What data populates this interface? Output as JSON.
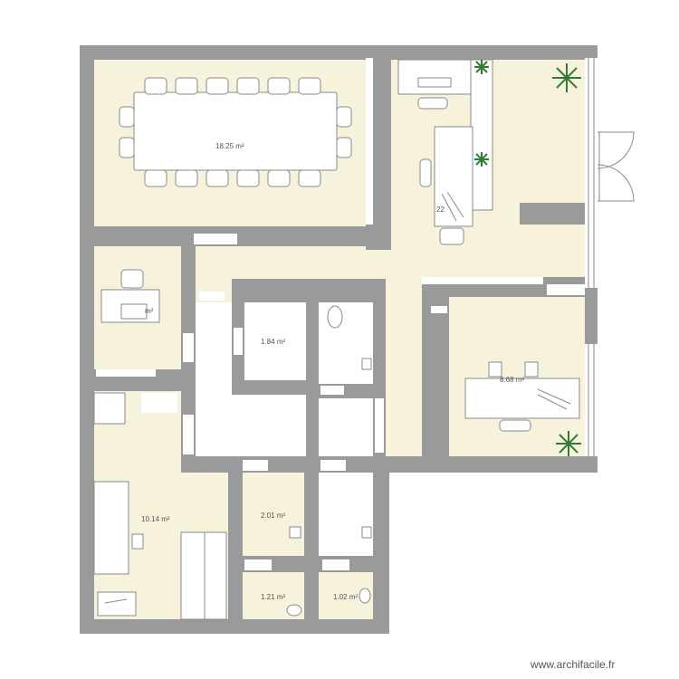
{
  "plan": {
    "rooms": [
      {
        "id": "meeting",
        "area": "18.25 m²"
      },
      {
        "id": "office-top",
        "area": "22"
      },
      {
        "id": "office-small",
        "area": "m²"
      },
      {
        "id": "storage-1",
        "area": "1.84 m²"
      },
      {
        "id": "office-right",
        "area": "8.68 m²"
      },
      {
        "id": "kitchen",
        "area": "10.14 m²"
      },
      {
        "id": "storage-2",
        "area": "2.01 m²"
      },
      {
        "id": "wc-1",
        "area": "1.21 m²"
      },
      {
        "id": "wc-2",
        "area": "1.02 m²"
      }
    ]
  },
  "watermark": "www.archifacile.fr",
  "colors": {
    "wall": "#9a9a9a",
    "floor": "#f6f2dc",
    "plant": "#2e7d32"
  }
}
